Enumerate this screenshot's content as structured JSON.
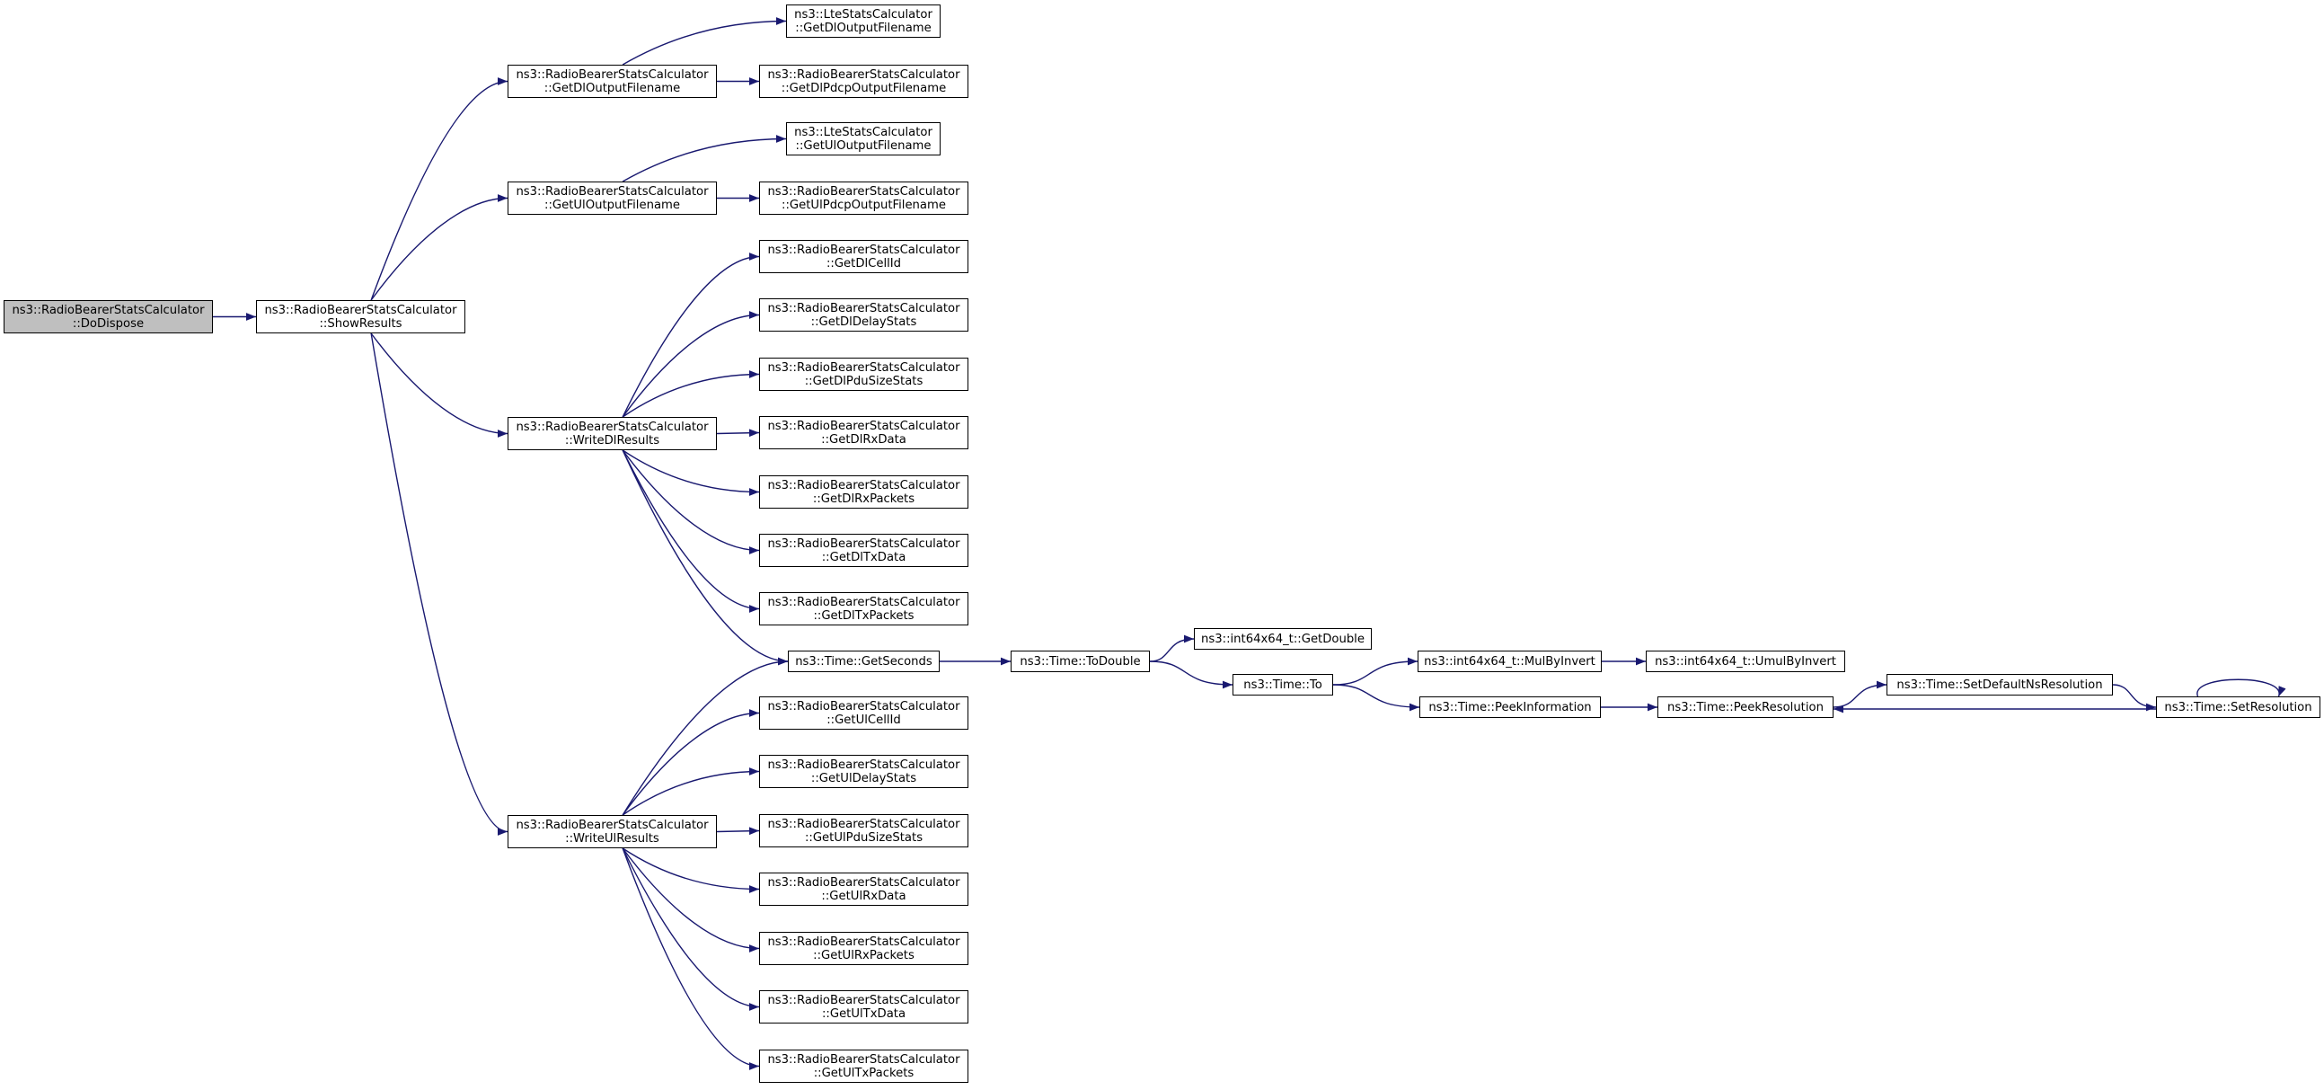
{
  "colors": {
    "edge": "#191970",
    "border": "#000000",
    "root_fill": "#bfbfbf",
    "node_fill": "#ffffff"
  },
  "nodes": [
    {
      "id": "dodispose",
      "lines": [
        "ns3::RadioBearerStatsCalculator",
        "::DoDispose"
      ],
      "root": true
    },
    {
      "id": "showresults",
      "lines": [
        "ns3::RadioBearerStatsCalculator",
        "::ShowResults"
      ]
    },
    {
      "id": "getdloutputfilename",
      "lines": [
        "ns3::RadioBearerStatsCalculator",
        "::GetDlOutputFilename"
      ]
    },
    {
      "id": "getuloutputfilename",
      "lines": [
        "ns3::RadioBearerStatsCalculator",
        "::GetUlOutputFilename"
      ]
    },
    {
      "id": "writedlresults",
      "lines": [
        "ns3::RadioBearerStatsCalculator",
        "::WriteDlResults"
      ]
    },
    {
      "id": "writeulresults",
      "lines": [
        "ns3::RadioBearerStatsCalculator",
        "::WriteUlResults"
      ]
    },
    {
      "id": "lte-getdloutputfilename",
      "lines": [
        "ns3::LteStatsCalculator",
        "::GetDlOutputFilename"
      ]
    },
    {
      "id": "getdlpdcpoutputfilename",
      "lines": [
        "ns3::RadioBearerStatsCalculator",
        "::GetDlPdcpOutputFilename"
      ]
    },
    {
      "id": "lte-getuloutputfilename",
      "lines": [
        "ns3::LteStatsCalculator",
        "::GetUlOutputFilename"
      ]
    },
    {
      "id": "getulpdcpoutputfilename",
      "lines": [
        "ns3::RadioBearerStatsCalculator",
        "::GetUlPdcpOutputFilename"
      ]
    },
    {
      "id": "getdlcellid",
      "lines": [
        "ns3::RadioBearerStatsCalculator",
        "::GetDlCellId"
      ]
    },
    {
      "id": "getdldelaystats",
      "lines": [
        "ns3::RadioBearerStatsCalculator",
        "::GetDlDelayStats"
      ]
    },
    {
      "id": "getdlpdusizestats",
      "lines": [
        "ns3::RadioBearerStatsCalculator",
        "::GetDlPduSizeStats"
      ]
    },
    {
      "id": "getdlrxdata",
      "lines": [
        "ns3::RadioBearerStatsCalculator",
        "::GetDlRxData"
      ]
    },
    {
      "id": "getdlrxpackets",
      "lines": [
        "ns3::RadioBearerStatsCalculator",
        "::GetDlRxPackets"
      ]
    },
    {
      "id": "getdltxdata",
      "lines": [
        "ns3::RadioBearerStatsCalculator",
        "::GetDlTxData"
      ]
    },
    {
      "id": "getdltxpackets",
      "lines": [
        "ns3::RadioBearerStatsCalculator",
        "::GetDlTxPackets"
      ]
    },
    {
      "id": "time-getseconds",
      "lines": [
        "ns3::Time::GetSeconds"
      ]
    },
    {
      "id": "getulcellid",
      "lines": [
        "ns3::RadioBearerStatsCalculator",
        "::GetUlCellId"
      ]
    },
    {
      "id": "getuldelaystats",
      "lines": [
        "ns3::RadioBearerStatsCalculator",
        "::GetUlDelayStats"
      ]
    },
    {
      "id": "getulpdusizestats",
      "lines": [
        "ns3::RadioBearerStatsCalculator",
        "::GetUlPduSizeStats"
      ]
    },
    {
      "id": "getulrxdata",
      "lines": [
        "ns3::RadioBearerStatsCalculator",
        "::GetUlRxData"
      ]
    },
    {
      "id": "getulrxpackets",
      "lines": [
        "ns3::RadioBearerStatsCalculator",
        "::GetUlRxPackets"
      ]
    },
    {
      "id": "getultxdata",
      "lines": [
        "ns3::RadioBearerStatsCalculator",
        "::GetUlTxData"
      ]
    },
    {
      "id": "getultxpackets",
      "lines": [
        "ns3::RadioBearerStatsCalculator",
        "::GetUlTxPackets"
      ]
    },
    {
      "id": "time-todouble",
      "lines": [
        "ns3::Time::ToDouble"
      ]
    },
    {
      "id": "int64-getdouble",
      "lines": [
        "ns3::int64x64_t::GetDouble"
      ]
    },
    {
      "id": "time-to",
      "lines": [
        "ns3::Time::To"
      ]
    },
    {
      "id": "int64-mulbyinvert",
      "lines": [
        "ns3::int64x64_t::MulByInvert"
      ]
    },
    {
      "id": "int64-umulbyinvert",
      "lines": [
        "ns3::int64x64_t::UmulByInvert"
      ]
    },
    {
      "id": "time-peekinformation",
      "lines": [
        "ns3::Time::PeekInformation"
      ]
    },
    {
      "id": "time-peekresolution",
      "lines": [
        "ns3::Time::PeekResolution"
      ]
    },
    {
      "id": "time-setdefaultnsresolution",
      "lines": [
        "ns3::Time::SetDefaultNsResolution"
      ]
    },
    {
      "id": "time-setresolution",
      "lines": [
        "ns3::Time::SetResolution"
      ]
    }
  ],
  "edges": [
    [
      "dodispose",
      "showresults"
    ],
    [
      "showresults",
      "getdloutputfilename"
    ],
    [
      "showresults",
      "getuloutputfilename"
    ],
    [
      "showresults",
      "writedlresults"
    ],
    [
      "showresults",
      "writeulresults"
    ],
    [
      "getdloutputfilename",
      "lte-getdloutputfilename"
    ],
    [
      "getdloutputfilename",
      "getdlpdcpoutputfilename"
    ],
    [
      "getuloutputfilename",
      "lte-getuloutputfilename"
    ],
    [
      "getuloutputfilename",
      "getulpdcpoutputfilename"
    ],
    [
      "writedlresults",
      "getdlcellid"
    ],
    [
      "writedlresults",
      "getdldelaystats"
    ],
    [
      "writedlresults",
      "getdlpdusizestats"
    ],
    [
      "writedlresults",
      "getdlrxdata"
    ],
    [
      "writedlresults",
      "getdlrxpackets"
    ],
    [
      "writedlresults",
      "getdltxdata"
    ],
    [
      "writedlresults",
      "getdltxpackets"
    ],
    [
      "writedlresults",
      "time-getseconds"
    ],
    [
      "writeulresults",
      "time-getseconds"
    ],
    [
      "writeulresults",
      "getulcellid"
    ],
    [
      "writeulresults",
      "getuldelaystats"
    ],
    [
      "writeulresults",
      "getulpdusizestats"
    ],
    [
      "writeulresults",
      "getulrxdata"
    ],
    [
      "writeulresults",
      "getulrxpackets"
    ],
    [
      "writeulresults",
      "getultxdata"
    ],
    [
      "writeulresults",
      "getultxpackets"
    ],
    [
      "time-getseconds",
      "time-todouble"
    ],
    [
      "time-todouble",
      "int64-getdouble"
    ],
    [
      "time-todouble",
      "time-to"
    ],
    [
      "time-to",
      "int64-mulbyinvert"
    ],
    [
      "time-to",
      "time-peekinformation"
    ],
    [
      "int64-mulbyinvert",
      "int64-umulbyinvert"
    ],
    [
      "time-peekinformation",
      "time-peekresolution"
    ],
    [
      "time-peekresolution",
      "time-setdefaultnsresolution"
    ],
    [
      "time-setdefaultnsresolution",
      "time-setresolution"
    ],
    [
      "time-setresolution",
      "time-peekresolution"
    ],
    [
      "time-setresolution",
      "time-setresolution"
    ]
  ]
}
